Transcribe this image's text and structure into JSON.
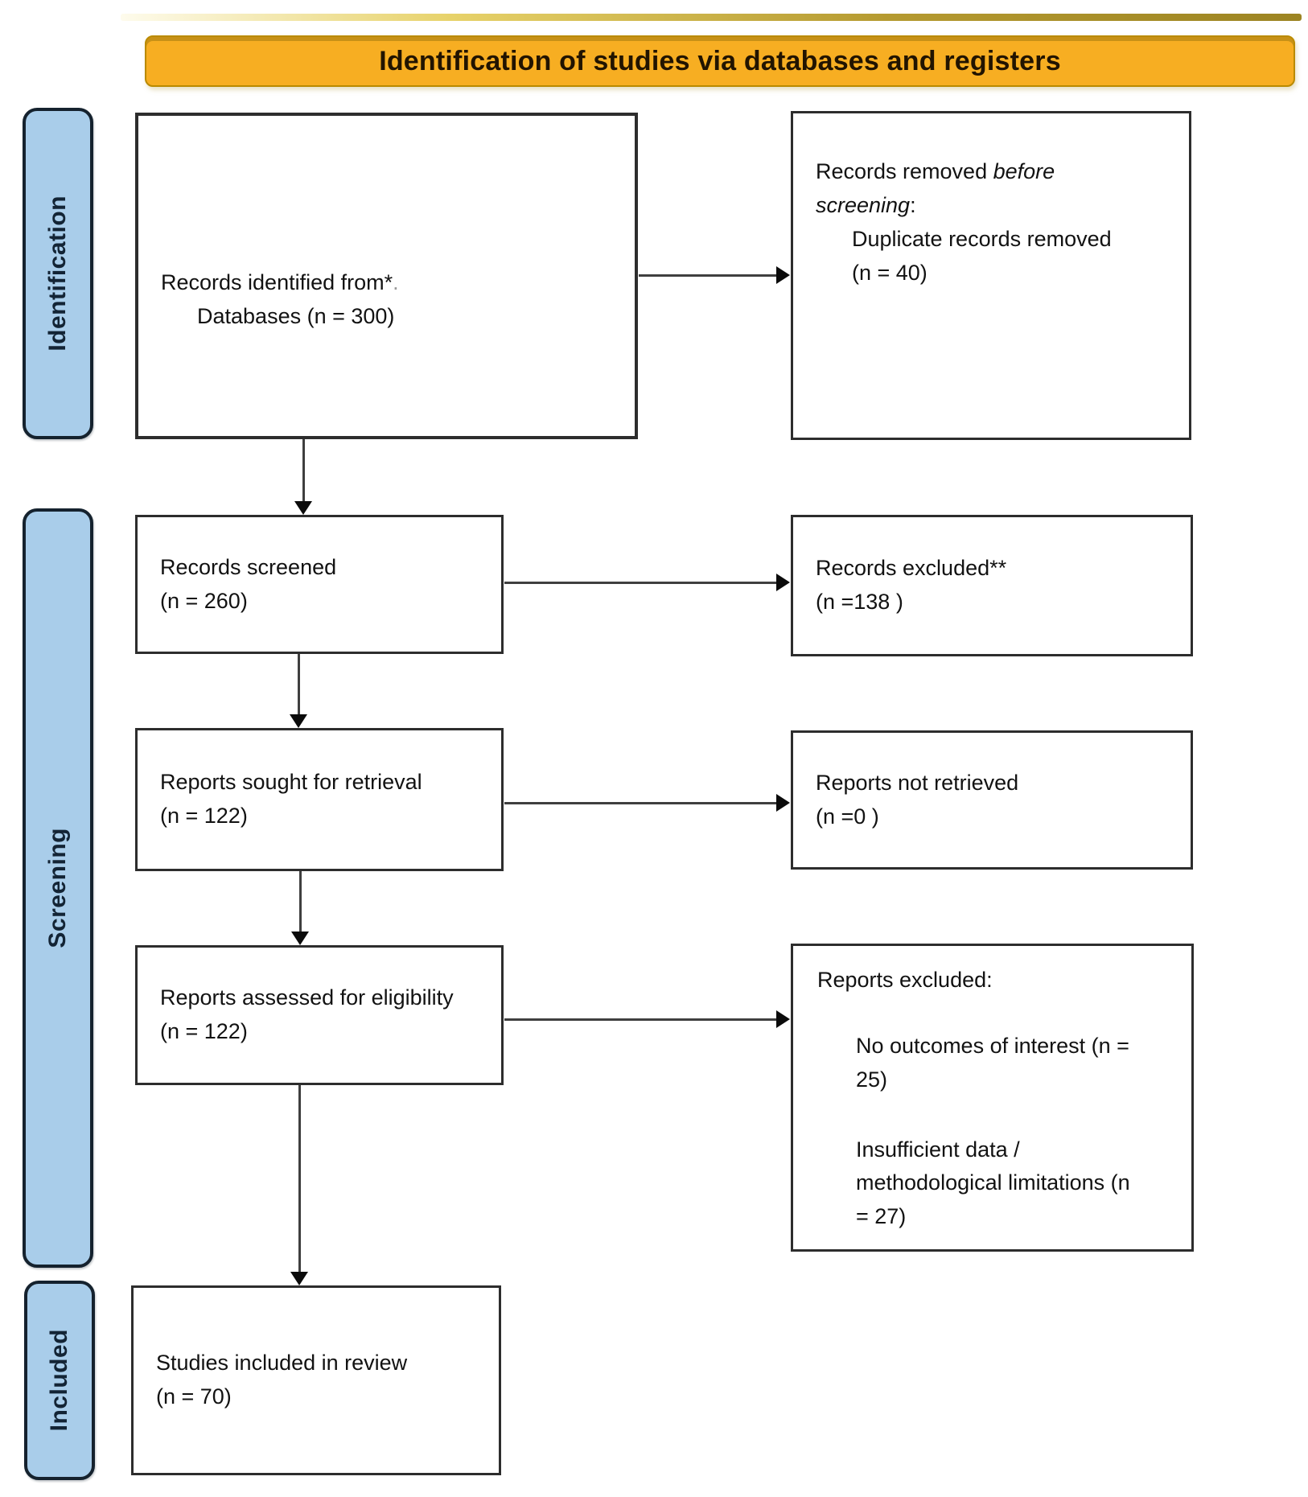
{
  "banner": {
    "title": "Identification of studies via databases and registers"
  },
  "sidebar": {
    "identification": "Identification",
    "screening": "Screening",
    "included": "Included"
  },
  "boxes": {
    "records_identified": {
      "line1": "Records identified from*",
      "faint_mark": ".",
      "line2": "Databases (n = 300)"
    },
    "records_removed": {
      "pre": "Records removed ",
      "italic": "before\nscreening",
      "post": ":",
      "item": "Duplicate records removed\n(n = 40)"
    },
    "records_screened": {
      "text": "Records screened\n(n = 260)"
    },
    "records_excluded": {
      "text": "Records excluded**\n(n =138 )"
    },
    "reports_sought": {
      "text": "Reports sought for retrieval\n(n = 122)"
    },
    "reports_not_retrieved": {
      "text": "Reports not retrieved\n(n =0 )"
    },
    "reports_assessed": {
      "text": "Reports assessed for eligibility\n(n = 122)"
    },
    "reports_excluded": {
      "heading": "Reports excluded:",
      "items": [
        "No outcomes of interest (n =\n25)",
        "Insufficient data /\nmethodological limitations (n\n= 27)"
      ]
    },
    "studies_included": {
      "text": "Studies included in review\n(n = 70)"
    }
  },
  "colors": {
    "banner_bg": "#F7AE22",
    "banner_border": "#BA8A00",
    "banner_text": "#221400",
    "stage_bg": "#A9CDEA",
    "stage_border": "#15222E",
    "stage_text": "#132435",
    "box_border": "#2D2D2D",
    "box_text": "#121212",
    "arrow_line": "#3F3F3F",
    "arrow_head": "#0B0B0B",
    "edge_strip": "#9C8422"
  }
}
